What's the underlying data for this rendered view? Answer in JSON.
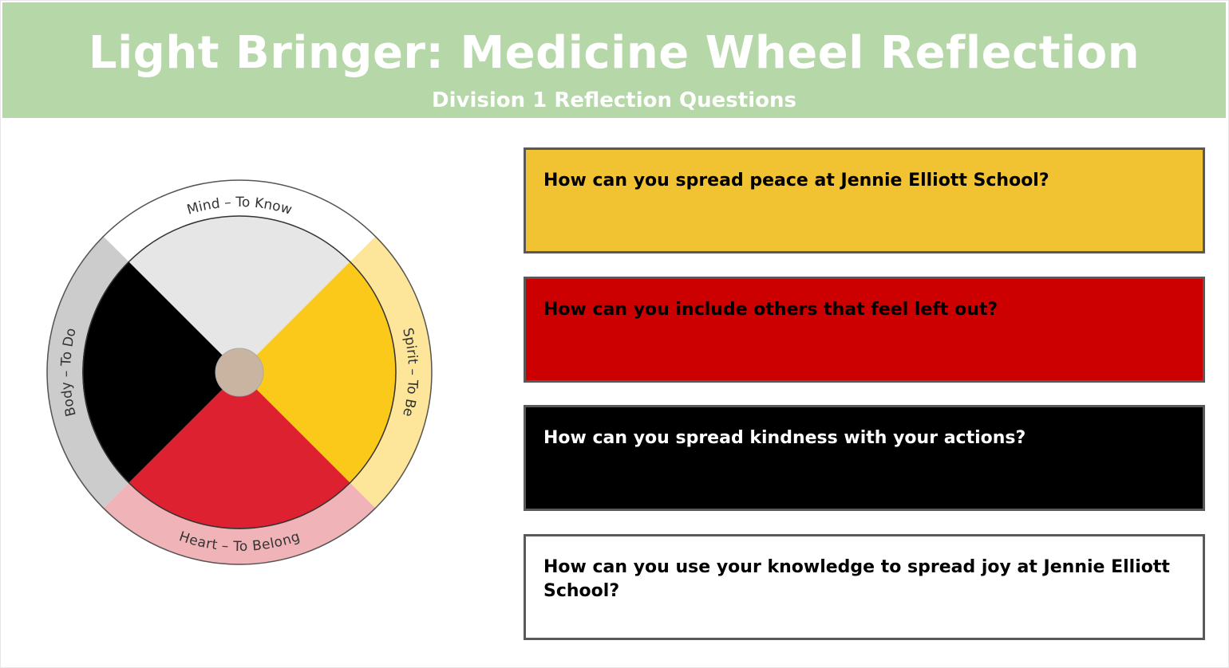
{
  "header": {
    "title": "Light Bringer: Medicine Wheel Reflection",
    "subtitle": "Division 1 Reflection Questions"
  },
  "wheel": {
    "labels": {
      "north": "Mind – To Know",
      "east": "Spirit – To Be",
      "south": "Heart – To Belong",
      "west": "Body – To Do"
    },
    "colors": {
      "north": "#e6e6e6",
      "east": "#fbc919",
      "south": "#de2130",
      "west": "#000000",
      "center": "#c8b4a0",
      "ring_north": "#ffffff",
      "ring_east": "#fde69a",
      "ring_south": "#f0b3b8",
      "ring_west": "#cccccc"
    }
  },
  "questions": [
    {
      "text": "How can you spread peace at Jennie Elliott School?",
      "color": "#f1c232"
    },
    {
      "text": "How can you include others that feel left out?",
      "color": "#cc0000"
    },
    {
      "text": "How can you spread kindness with your actions?",
      "color": "#000000"
    },
    {
      "text": "How can you use your knowledge to spread joy at Jennie Elliott School?",
      "color": "#ffffff"
    }
  ]
}
